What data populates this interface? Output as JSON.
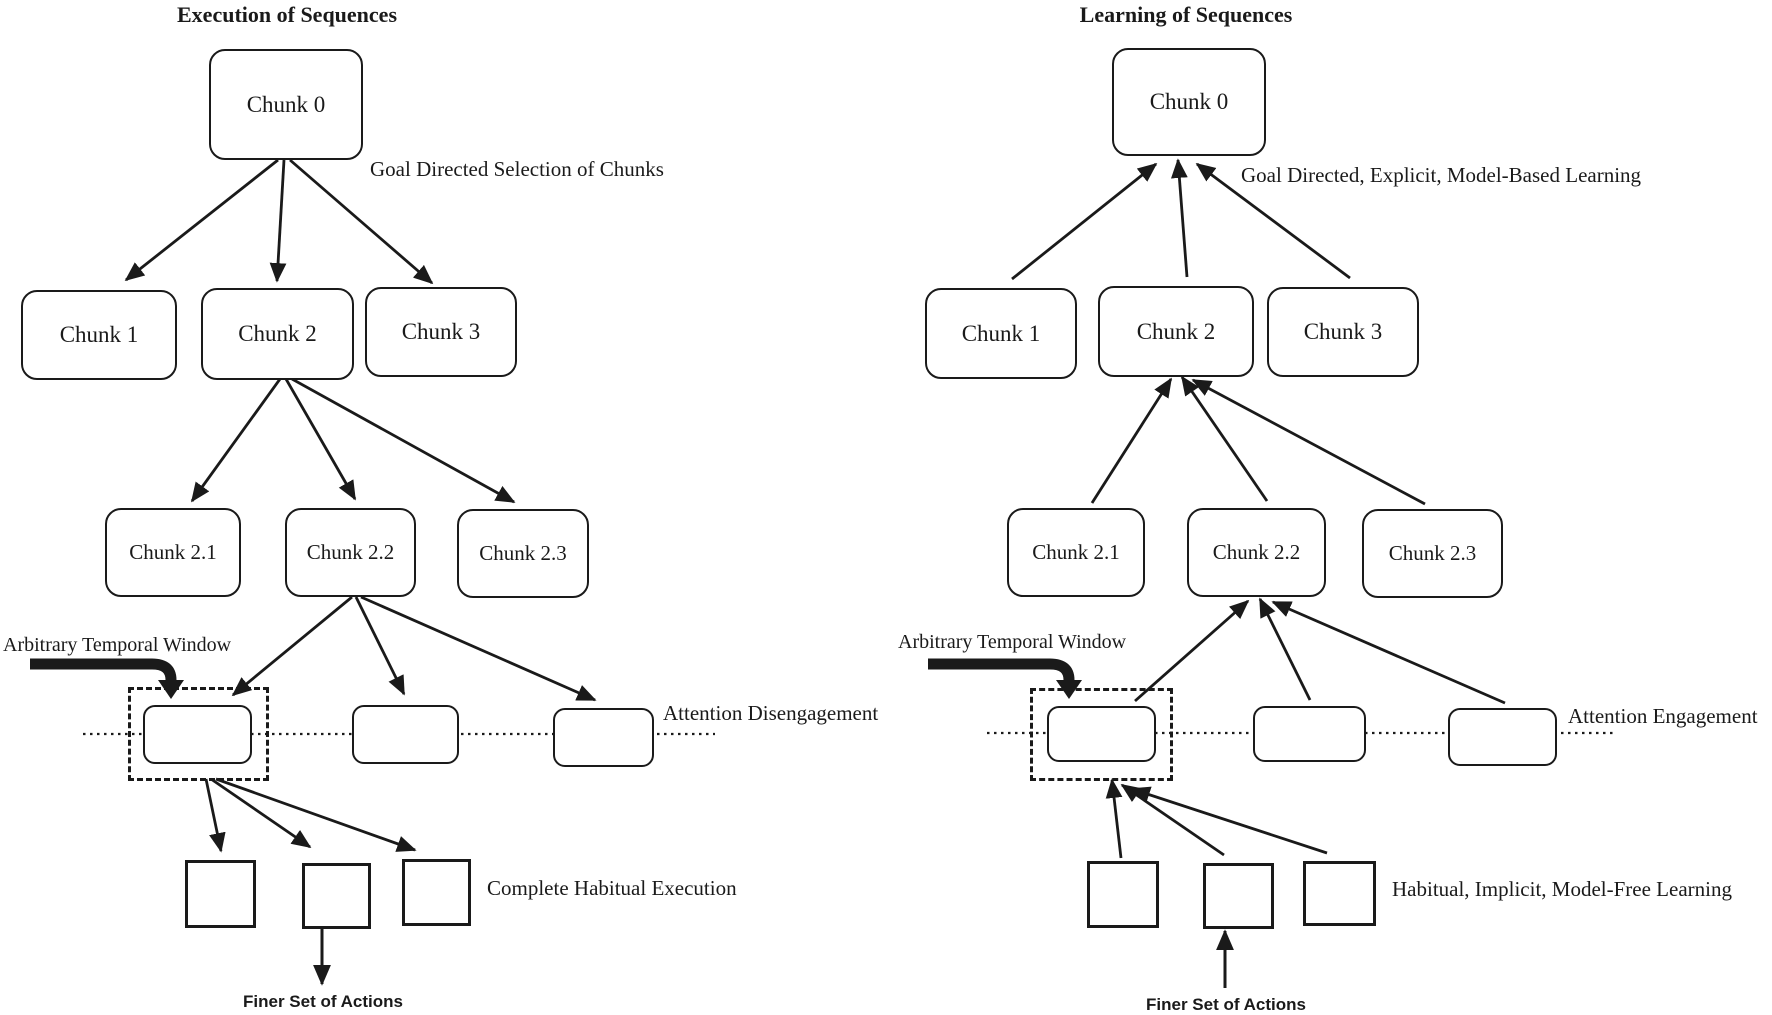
{
  "left": {
    "title": "Execution of Sequences",
    "goal_label": "Goal Directed Selection of Chunks",
    "chunk0": "Chunk 0",
    "chunk1": "Chunk 1",
    "chunk2": "Chunk 2",
    "chunk3": "Chunk 3",
    "chunk21": "Chunk 2.1",
    "chunk22": "Chunk 2.2",
    "chunk23": "Chunk 2.3",
    "temporal_window_label": "Arbitrary Temporal Window",
    "attention_label": "Attention Disengagement",
    "bottom_label": "Complete Habitual Execution",
    "finer_label": "Finer Set of Actions"
  },
  "right": {
    "title": "Learning of Sequences",
    "goal_label": "Goal Directed, Explicit, Model-Based Learning",
    "chunk0": "Chunk 0",
    "chunk1": "Chunk 1",
    "chunk2": "Chunk 2",
    "chunk3": "Chunk 3",
    "chunk21": "Chunk 2.1",
    "chunk22": "Chunk 2.2",
    "chunk23": "Chunk 2.3",
    "temporal_window_label": "Arbitrary Temporal Window",
    "attention_label": "Attention Engagement",
    "bottom_label": "Habitual, Implicit, Model-Free Learning",
    "finer_label": "Finer Set of Actions"
  },
  "colors": {
    "ink": "#1a1a1a",
    "background": "#ffffff"
  }
}
